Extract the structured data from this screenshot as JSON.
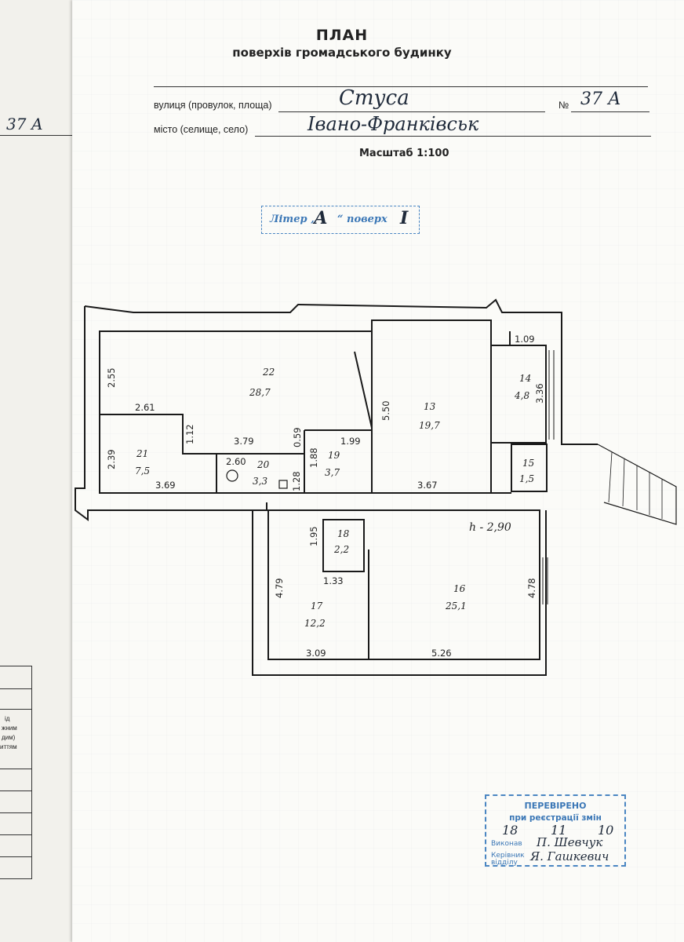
{
  "header": {
    "title": "ПЛАН",
    "subtitle": "поверхів громадського будинку"
  },
  "address": {
    "street_label": "вулиця (провулок, площа)",
    "street_value": "Стуса",
    "number_label": "№",
    "number_value": "37 А",
    "city_label": "місто (селище, село)",
    "city_value": "Івано-Франківськ",
    "scale": "Масштаб 1:100"
  },
  "liter_stamp": {
    "prefix": "Літер „",
    "liter": "А",
    "middle": "“ поверх",
    "floor": "І"
  },
  "side_sheet": {
    "number": "37 А",
    "fragments": [
      "ід",
      "жним",
      "дим)",
      "иттям"
    ]
  },
  "rooms": [
    {
      "id": "22",
      "area": "28,7"
    },
    {
      "id": "13",
      "area": "19,7"
    },
    {
      "id": "14",
      "area": "4,8"
    },
    {
      "id": "21",
      "area": "7,5"
    },
    {
      "id": "20",
      "area": "3,3"
    },
    {
      "id": "19",
      "area": "3,7"
    },
    {
      "id": "15",
      "area": "1,5"
    },
    {
      "id": "18",
      "area": "2,2"
    },
    {
      "id": "17",
      "area": "12,2"
    },
    {
      "id": "16",
      "area": "25,1"
    }
  ],
  "dimensions": [
    "2.55",
    "2.61",
    "1.12",
    "3.79",
    "0.59",
    "1.88",
    "1.99",
    "5.50",
    "3.67",
    "1.09",
    "3.36",
    "2.39",
    "3.69",
    "2.60",
    "1.28",
    "1.95",
    "1.33",
    "4.79",
    "3.09",
    "5.26",
    "4.78"
  ],
  "ceiling_height": "h - 2,90",
  "check_stamp": {
    "line1": "ПЕРЕВІРЕНО",
    "line2": "при реєстрації змін",
    "date_day": "18",
    "date_month": "11",
    "date_year": "10",
    "executor_label": "Виконав",
    "executor_name": "П. Шевчук",
    "head_label": "Керівник відділу",
    "head_name": "Я. Гашкевич"
  }
}
